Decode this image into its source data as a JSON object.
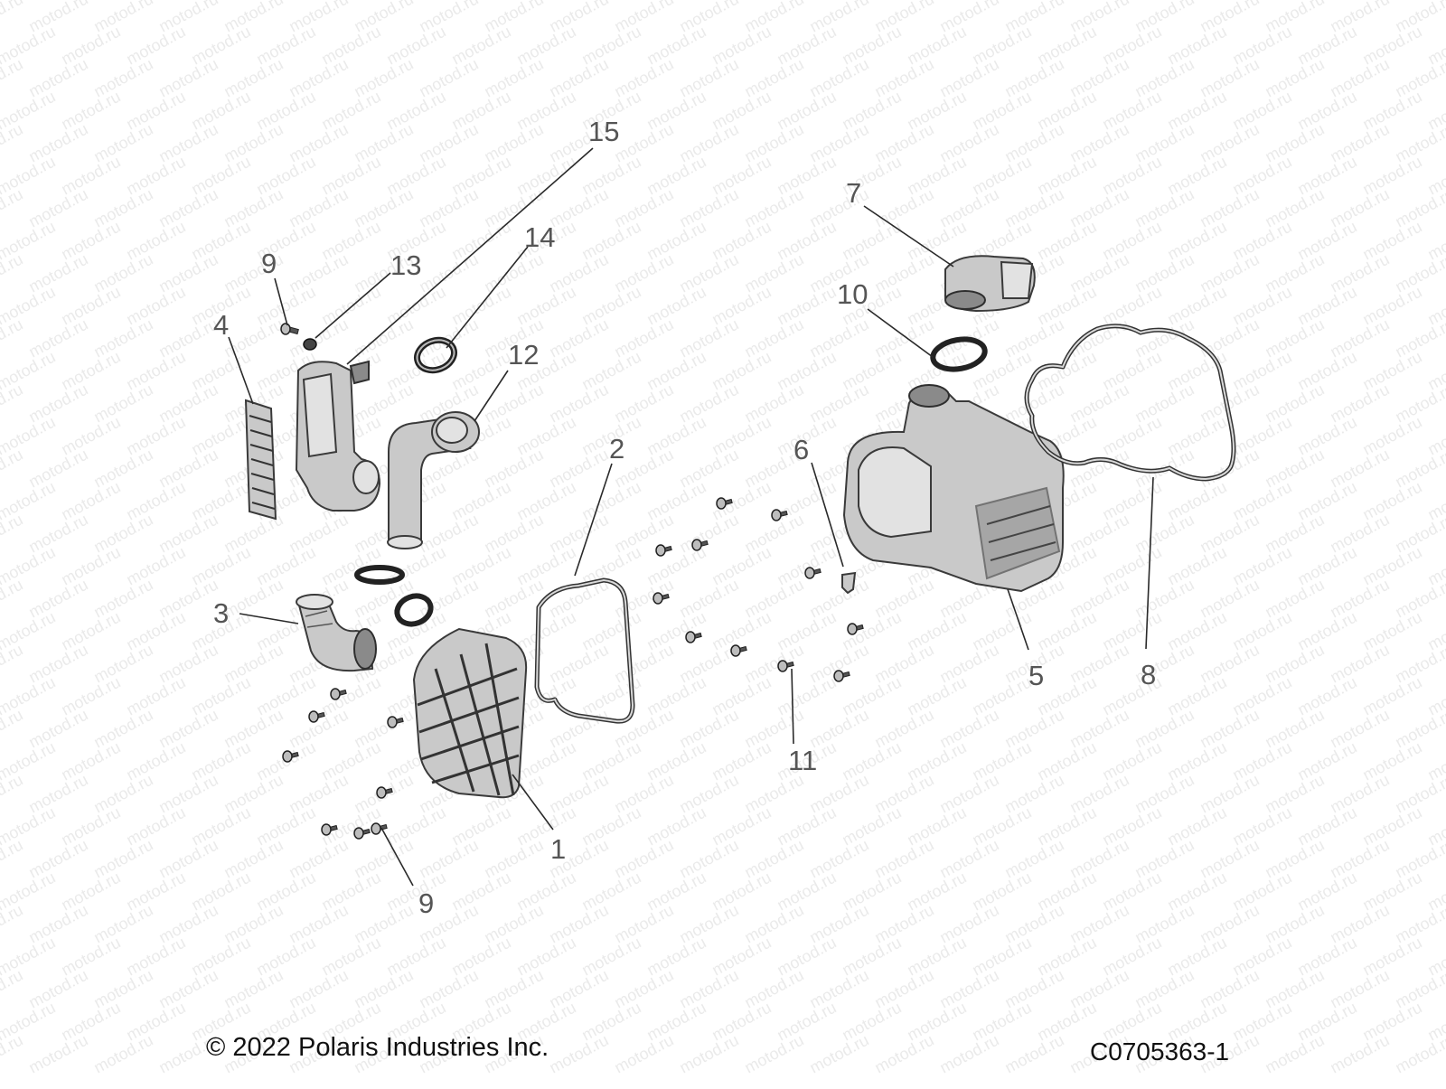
{
  "footer": {
    "copyright": "© 2022 Polaris Industries Inc.",
    "diagram_code": "C0705363-1"
  },
  "callouts": {
    "c1": "1",
    "c2": "2",
    "c3": "3",
    "c4": "4",
    "c5": "5",
    "c6": "6",
    "c7": "7",
    "c8": "8",
    "c9_top": "9",
    "c9_bottom": "9",
    "c10": "10",
    "c11": "11",
    "c12": "12",
    "c13": "13",
    "c14": "14",
    "c15": "15"
  },
  "watermark": "motod.ru"
}
